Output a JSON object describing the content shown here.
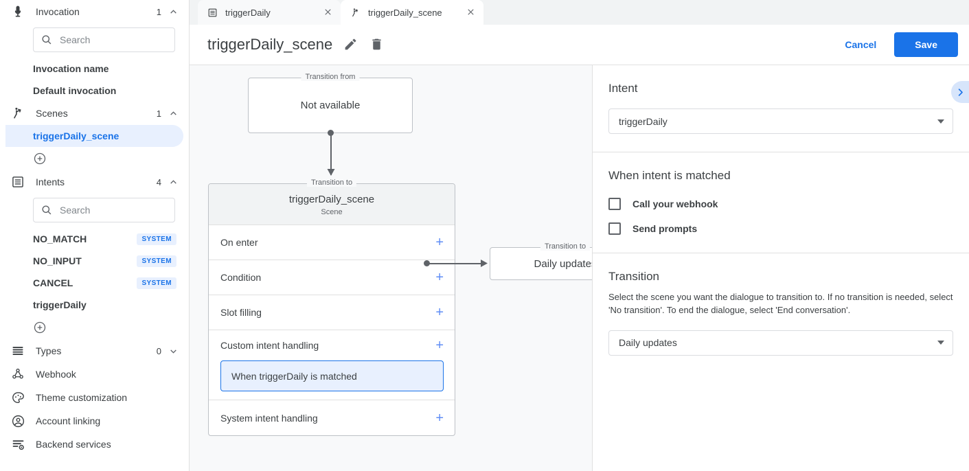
{
  "sidebar": {
    "sections": [
      {
        "icon": "microphone-icon",
        "label": "Invocation",
        "count": "1",
        "chevron": "up"
      },
      {
        "icon": "scene-person-icon",
        "label": "Scenes",
        "count": "1",
        "chevron": "up"
      },
      {
        "icon": "intents-list-icon",
        "label": "Intents",
        "count": "4",
        "chevron": "up"
      },
      {
        "icon": "types-lines-icon",
        "label": "Types",
        "count": "0",
        "chevron": "down"
      }
    ],
    "invocation_search_placeholder": "Search",
    "invocation_items": [
      {
        "label": "Invocation name"
      },
      {
        "label": "Default invocation"
      }
    ],
    "scene_items": [
      {
        "label": "triggerDaily_scene",
        "selected": true
      }
    ],
    "intents_search_placeholder": "Search",
    "intent_items": [
      {
        "label": "NO_MATCH",
        "badge": "SYSTEM"
      },
      {
        "label": "NO_INPUT",
        "badge": "SYSTEM"
      },
      {
        "label": "CANCEL",
        "badge": "SYSTEM"
      },
      {
        "label": "triggerDaily",
        "badge": ""
      }
    ],
    "flat_items": [
      {
        "icon": "webhook-icon",
        "label": "Webhook"
      },
      {
        "icon": "palette-icon",
        "label": "Theme customization"
      },
      {
        "icon": "account-circle-icon",
        "label": "Account linking"
      },
      {
        "icon": "backend-services-icon",
        "label": "Backend services"
      }
    ],
    "add_scene_tooltip": "add-scene-button",
    "add_intent_tooltip": "add-intent-button"
  },
  "tabs": [
    {
      "icon": "intents-list-icon",
      "label": "triggerDaily",
      "active": false
    },
    {
      "icon": "scene-person-icon",
      "label": "triggerDaily_scene",
      "active": true
    }
  ],
  "header": {
    "title": "triggerDaily_scene",
    "edit_icon": "pencil-icon",
    "delete_icon": "trash-icon",
    "cancel_label": "Cancel",
    "save_label": "Save"
  },
  "canvas": {
    "transition_from_legend": "Transition from",
    "transition_from_value": "Not available",
    "transition_to_legend": "Transition to",
    "scene_name": "triggerDaily_scene",
    "scene_subtitle": "Scene",
    "rows": [
      {
        "label": "On enter",
        "add": "+"
      },
      {
        "label": "Condition",
        "add": "+"
      },
      {
        "label": "Slot filling",
        "add": "+"
      },
      {
        "label": "Custom intent handling",
        "add": "+"
      },
      {
        "label": "System intent handling",
        "add": "+"
      }
    ],
    "handler_label": "When triggerDaily is matched",
    "daily_legend": "Transition to",
    "daily_value": "Daily updates"
  },
  "right_panel": {
    "intent": {
      "title": "Intent",
      "selected": "triggerDaily"
    },
    "when_matched": {
      "title": "When intent is matched",
      "checkboxes": [
        {
          "label": "Call your webhook",
          "checked": false
        },
        {
          "label": "Send prompts",
          "checked": false
        }
      ]
    },
    "transition": {
      "title": "Transition",
      "description": "Select the scene you want the dialogue to transition to. If no transition is needed, select 'No transition'. To end the dialogue, select 'End conversation'.",
      "selected": "Daily updates"
    },
    "collapse_icon": "chevron-right-icon"
  },
  "colors": {
    "accent": "#1a73e8",
    "accent_light": "#e8f0fe",
    "canvas_bg": "#f8f9fa",
    "border": "#e0e0e0"
  }
}
